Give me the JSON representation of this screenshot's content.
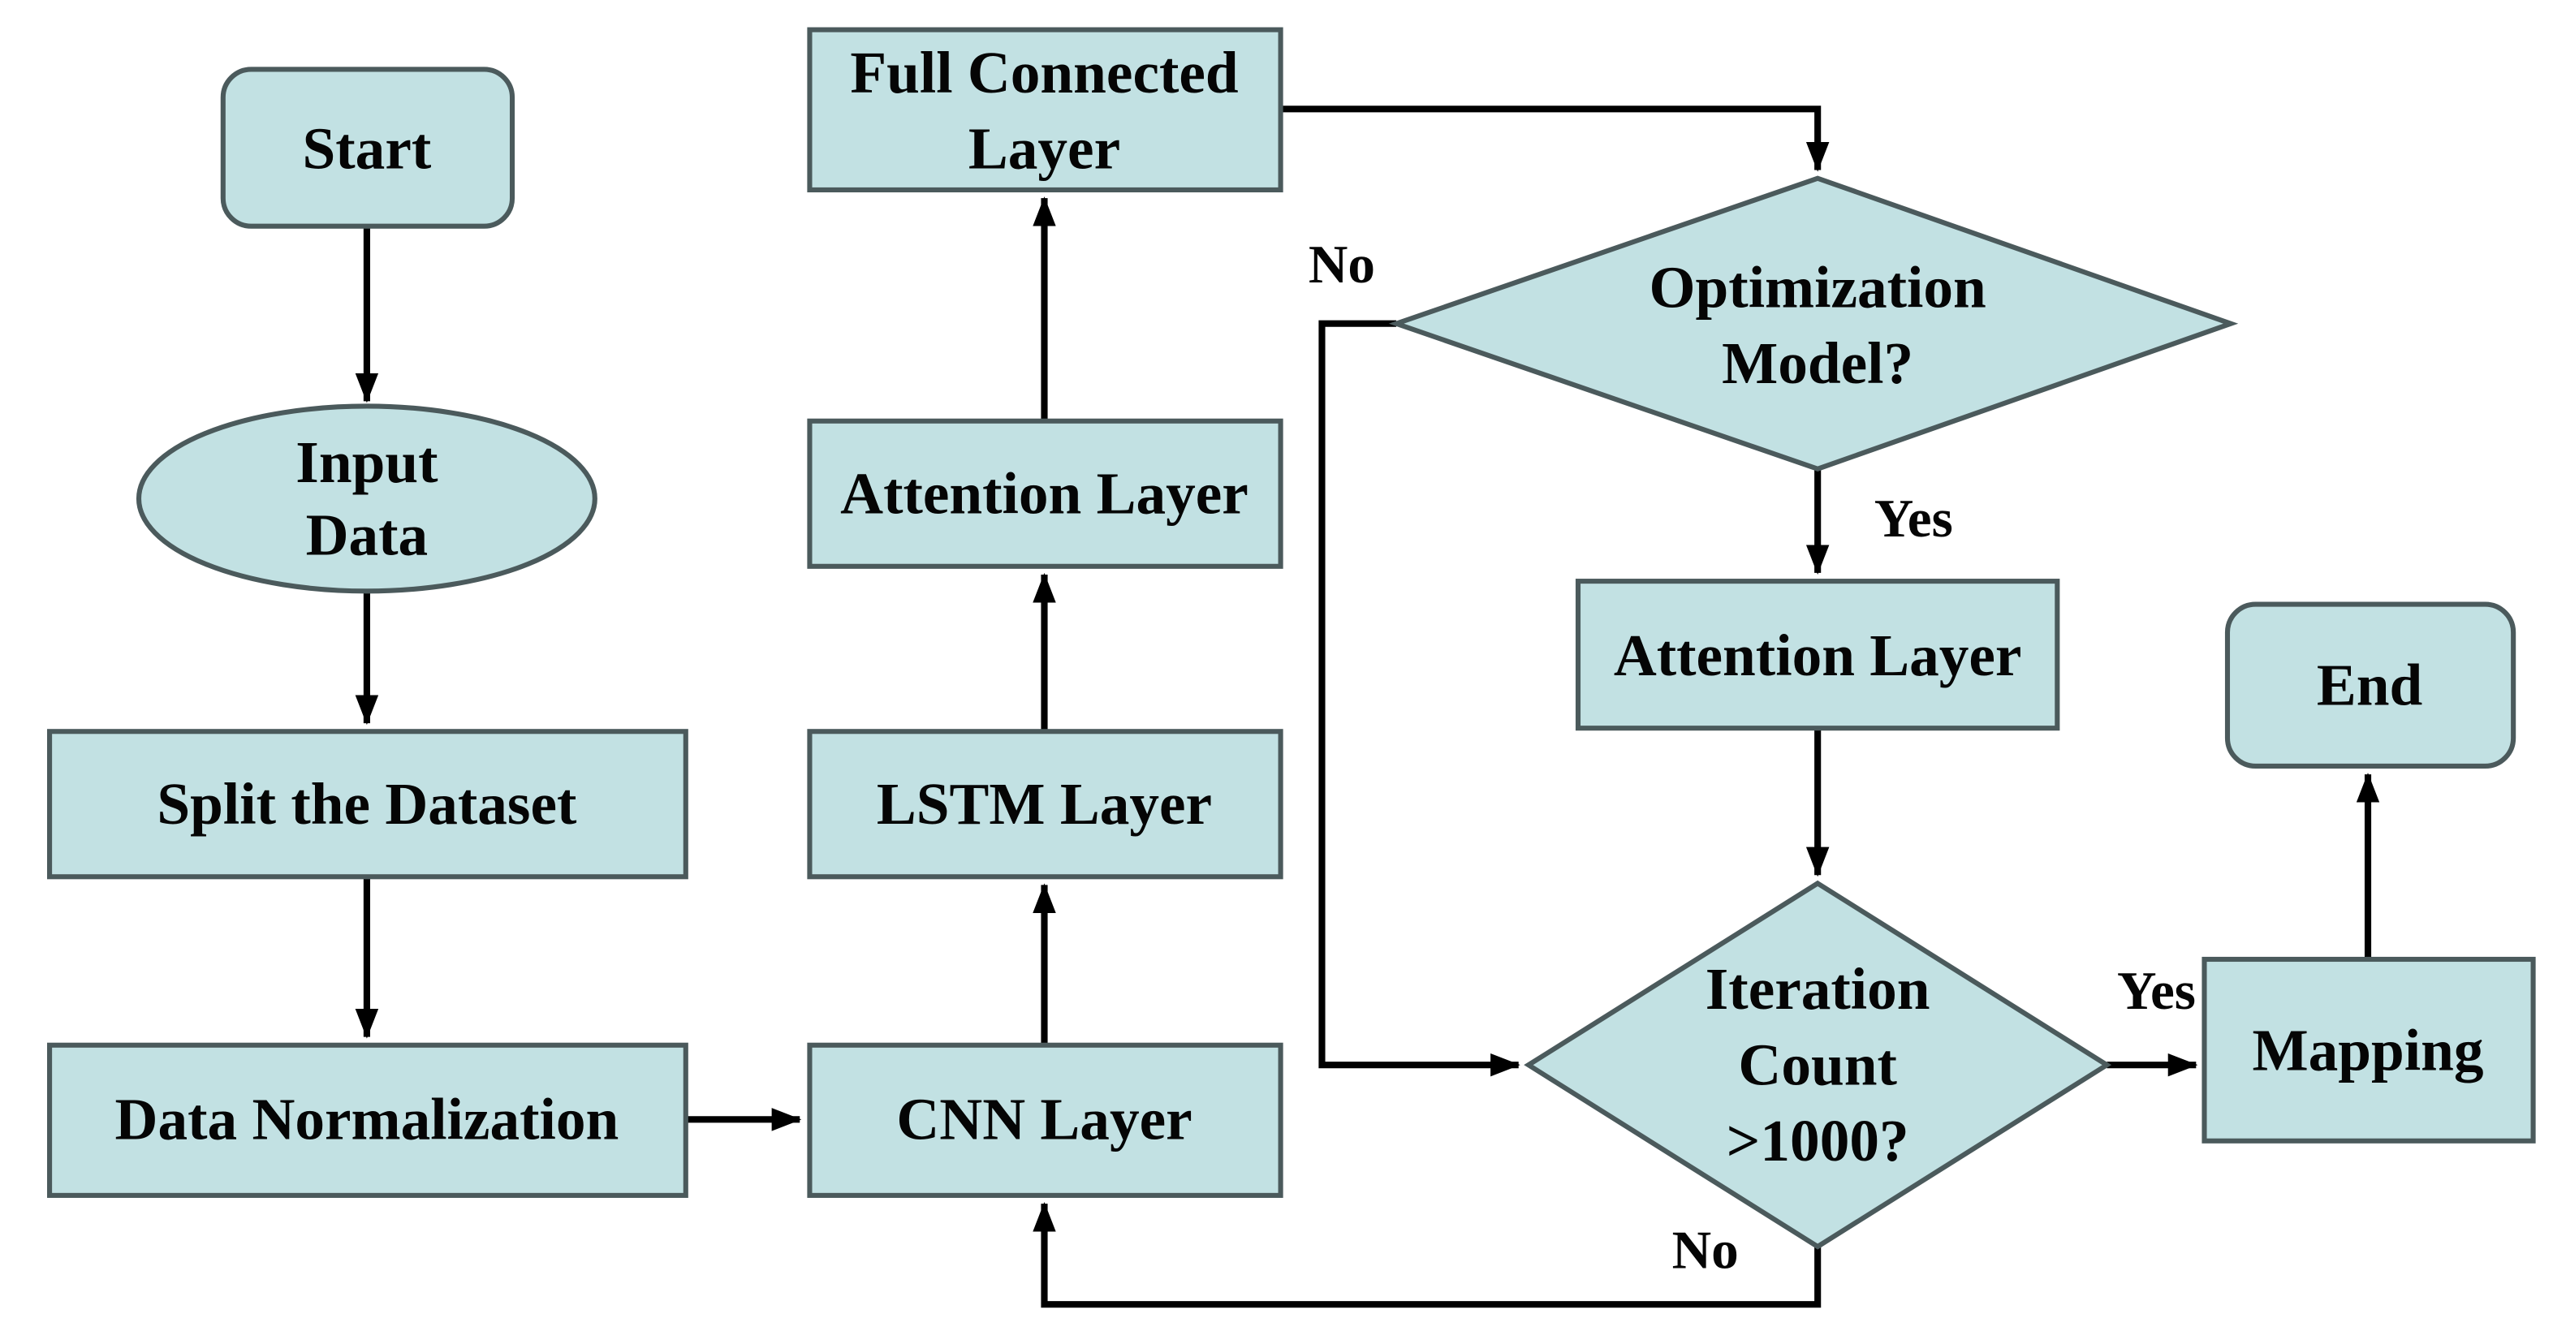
{
  "diagram": {
    "type": "flowchart",
    "title": "CNN-LSTM-Attention model training flowchart",
    "colors": {
      "node_fill": "#c2e1e3",
      "node_border": "#4b5a5c",
      "arrow": "#000000",
      "text": "#050505",
      "background": "#ffffff"
    },
    "nodes": {
      "start": {
        "shape": "rounded-rect",
        "label": "Start"
      },
      "input_data": {
        "shape": "ellipse",
        "line1": "Input",
        "line2": "Data"
      },
      "split_dataset": {
        "shape": "rect",
        "label": "Split the Dataset"
      },
      "data_normalization": {
        "shape": "rect",
        "label": "Data Normalization"
      },
      "cnn_layer": {
        "shape": "rect",
        "label": "CNN Layer"
      },
      "lstm_layer": {
        "shape": "rect",
        "label": "LSTM Layer"
      },
      "attention_layer": {
        "shape": "rect",
        "label": "Attention Layer"
      },
      "full_connected_layer": {
        "shape": "rect",
        "line1": "Full Connected",
        "line2": "Layer"
      },
      "optimization_model": {
        "shape": "diamond",
        "line1": "Optimization",
        "line2": "Model?"
      },
      "attention_layer_right": {
        "shape": "rect",
        "label": "Attention Layer"
      },
      "iteration_count": {
        "shape": "diamond",
        "line1": "Iteration",
        "line2": "Count",
        "line3": ">1000?"
      },
      "mapping": {
        "shape": "rect",
        "label": "Mapping"
      },
      "end": {
        "shape": "rounded-rect",
        "label": "End"
      }
    },
    "edge_labels": {
      "optimization_no": "No",
      "optimization_yes": "Yes",
      "iteration_yes": "Yes",
      "iteration_no": "No"
    }
  }
}
